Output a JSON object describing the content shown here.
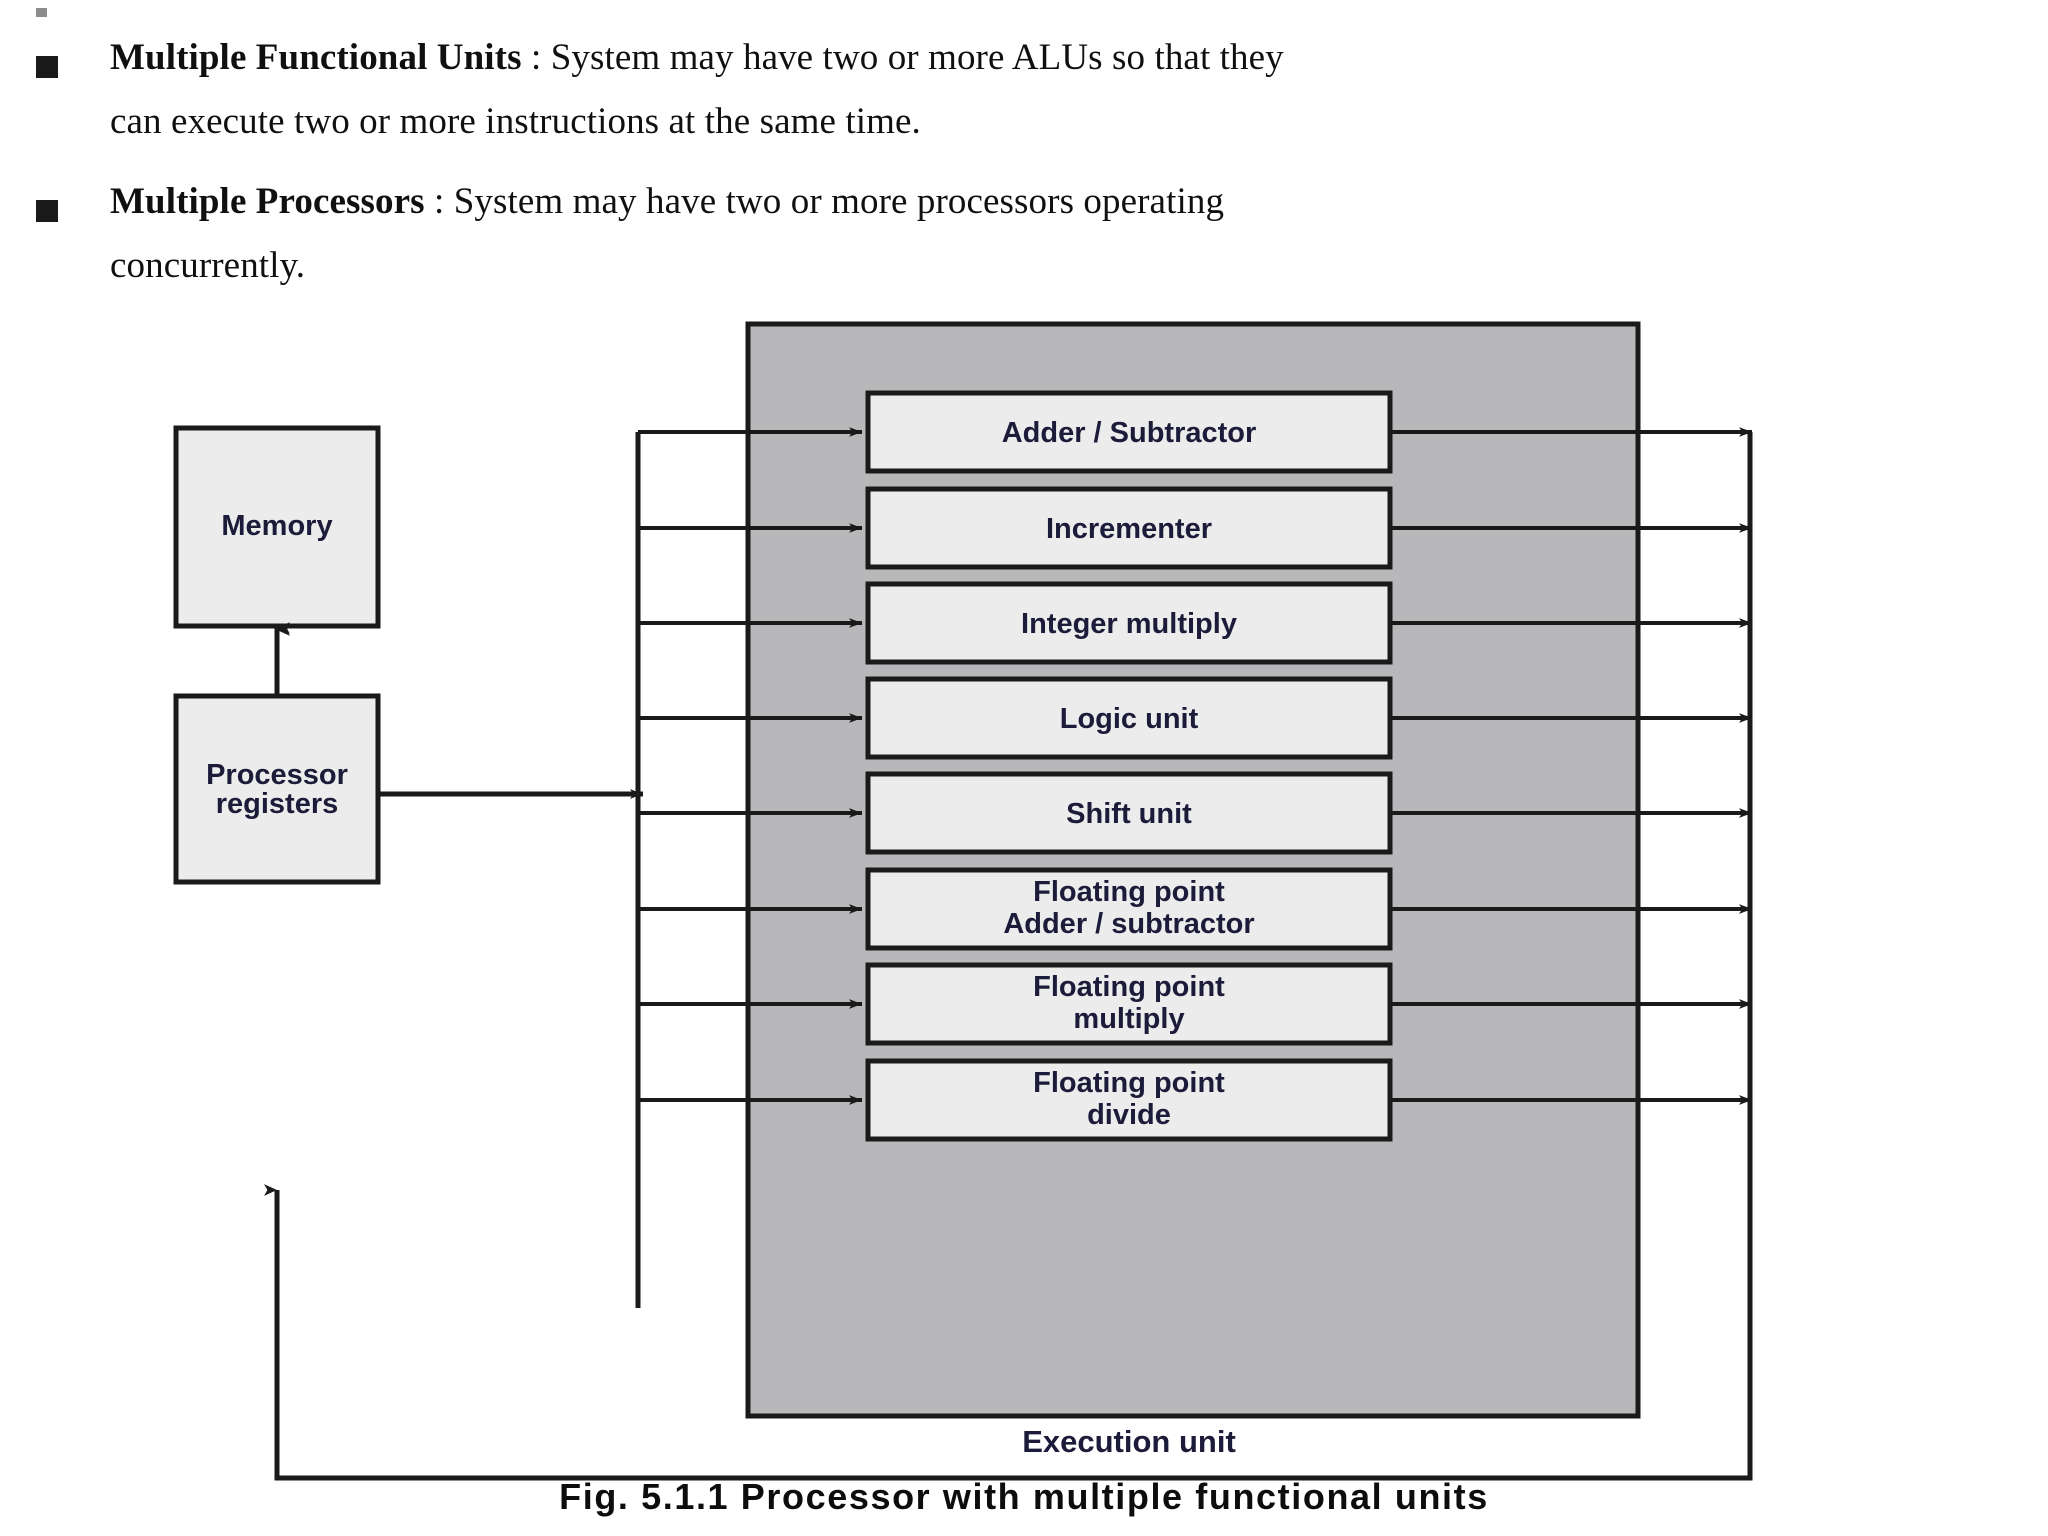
{
  "document": {
    "bullets": [
      {
        "bullet_icon": "square-bullet",
        "term": "Multiple Functional Units",
        "separator": " : ",
        "line1": "System may have two or more ALUs so that they",
        "line2": "can execute two or more instructions at the same time."
      },
      {
        "bullet_icon": "square-bullet",
        "term": "Multiple Processors",
        "separator": " : ",
        "line1": "System may have two or more processors operating",
        "line2": "concurrently."
      }
    ]
  },
  "figure": {
    "caption": "Fig. 5.1.1 Processor with multiple functional units",
    "execution_unit_label": "Execution unit",
    "memory_block": "Memory",
    "registers_block_line1": "Processor",
    "registers_block_line2": "registers",
    "functional_units": [
      {
        "line1": "Adder / Subtractor",
        "line2": ""
      },
      {
        "line1": "Incrementer",
        "line2": ""
      },
      {
        "line1": "Integer multiply",
        "line2": ""
      },
      {
        "line1": "Logic unit",
        "line2": ""
      },
      {
        "line1": "Shift unit",
        "line2": ""
      },
      {
        "line1": "Floating point",
        "line2": "Adder / subtractor"
      },
      {
        "line1": "Floating point",
        "line2": "multiply"
      },
      {
        "line1": "Floating point",
        "line2": "divide"
      }
    ],
    "colors": {
      "execution_panel_fill": "#b8b8bb",
      "block_fill": "#ececec",
      "line": "#1a1a1a",
      "text": "#1c1c3a",
      "page_background": "#ffffff"
    }
  }
}
